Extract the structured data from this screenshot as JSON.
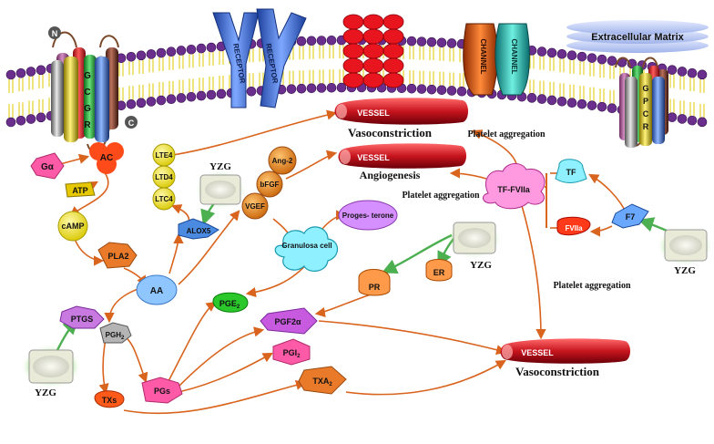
{
  "membrane": {
    "gcgr_label": [
      "G",
      "C",
      "G",
      "R"
    ],
    "gpcr_label": [
      "G",
      "P",
      "C",
      "R"
    ],
    "n_terminal": "N",
    "c_terminal": "C",
    "receptor_label": "RECEPTOR",
    "channel_label": "CHANNEL",
    "extracellular_label": "Extracellular Matrix"
  },
  "nodes": {
    "g_alpha": "Gα",
    "ac": "AC",
    "atp": "ATP",
    "camp": "cAMP",
    "pla2": "PLA2",
    "aa": "AA",
    "ptgs": "PTGS",
    "pgh2": "PGH",
    "pgh2_sub": "2",
    "txs": "TXs",
    "pgs": "PGs",
    "pge2": "PGE",
    "pge2_sub": "2",
    "pgf2a": "PGF2α",
    "pgi2": "PGI",
    "pgi2_sub": "2",
    "txa2": "TXA",
    "txa2_sub": "2",
    "lte4": "LTE4",
    "ltd4": "LTD4",
    "ltc4": "LTC4",
    "alox5": "ALOX5",
    "vgef": "VGEF",
    "bfgf": "bFGF",
    "ang2": "Ang-2",
    "granulosa": "Granulosa cell",
    "progesterone": "Proges- terone",
    "pr": "PR",
    "er": "ER",
    "tf_fviia": "TF-FVIIa",
    "tf": "TF",
    "fviia": "FVIIa",
    "f7": "F7"
  },
  "vessels": {
    "label": "VESSEL",
    "vasoconstriction": "Vasoconstriction",
    "angiogenesis": "Angiogenesis"
  },
  "annotations": {
    "platelet_aggregation": "Platelet aggregation",
    "yzg": "YZG"
  },
  "colors": {
    "arrow": "#d9641e",
    "membrane_head": "#6a2f8c",
    "vessel": "#c8141e",
    "herb_glow": "#7ed957"
  }
}
